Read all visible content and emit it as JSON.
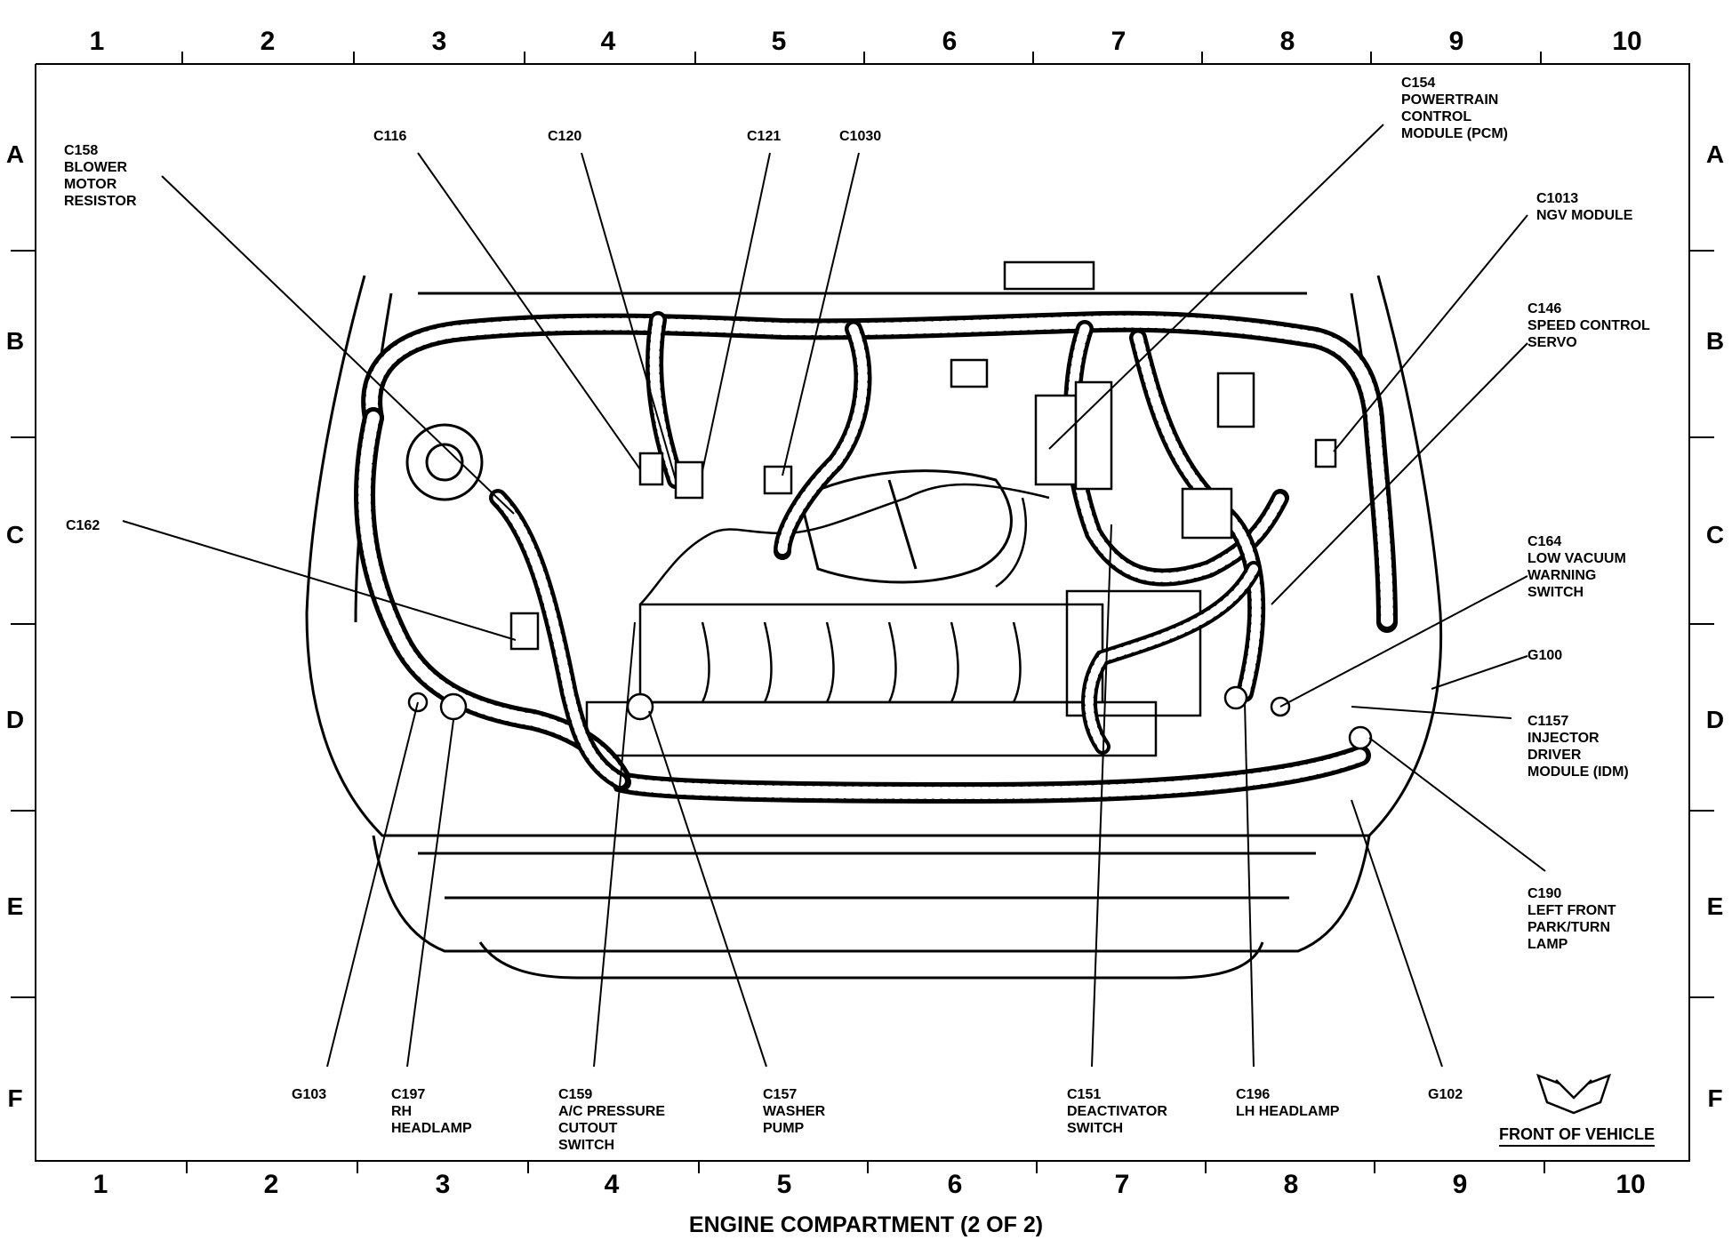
{
  "grid": {
    "columns": [
      "1",
      "2",
      "3",
      "4",
      "5",
      "6",
      "7",
      "8",
      "9",
      "10"
    ],
    "rows": [
      "A",
      "B",
      "C",
      "D",
      "E",
      "F"
    ]
  },
  "caption": "ENGINE COMPARTMENT (2 OF 2)",
  "front_label": "FRONT OF VEHICLE",
  "labels": {
    "c158": [
      "C158",
      "BLOWER",
      "MOTOR",
      "RESISTOR"
    ],
    "c116": [
      "C116"
    ],
    "c120": [
      "C120"
    ],
    "c121": [
      "C121"
    ],
    "c1030": [
      "C1030"
    ],
    "c154": [
      "C154",
      "POWERTRAIN",
      "CONTROL",
      "MODULE (PCM)"
    ],
    "c1013": [
      "C1013",
      "NGV MODULE"
    ],
    "c146": [
      "C146",
      "SPEED CONTROL",
      "SERVO"
    ],
    "c162": [
      "C162"
    ],
    "c164": [
      "C164",
      "LOW VACUUM",
      "WARNING",
      "SWITCH"
    ],
    "g100": [
      "G100"
    ],
    "c1157": [
      "C1157",
      "INJECTOR",
      "DRIVER",
      "MODULE (IDM)"
    ],
    "c190": [
      "C190",
      "LEFT FRONT",
      "PARK/TURN",
      "LAMP"
    ],
    "g103": [
      "G103"
    ],
    "c197": [
      "C197",
      "RH",
      "HEADLAMP"
    ],
    "c159": [
      "C159",
      "A/C PRESSURE",
      "CUTOUT",
      "SWITCH"
    ],
    "c157": [
      "C157",
      "WASHER",
      "PUMP"
    ],
    "c151": [
      "C151",
      "DEACTIVATOR",
      "SWITCH"
    ],
    "c196": [
      "C196",
      "LH HEADLAMP"
    ],
    "g102": [
      "G102"
    ]
  }
}
